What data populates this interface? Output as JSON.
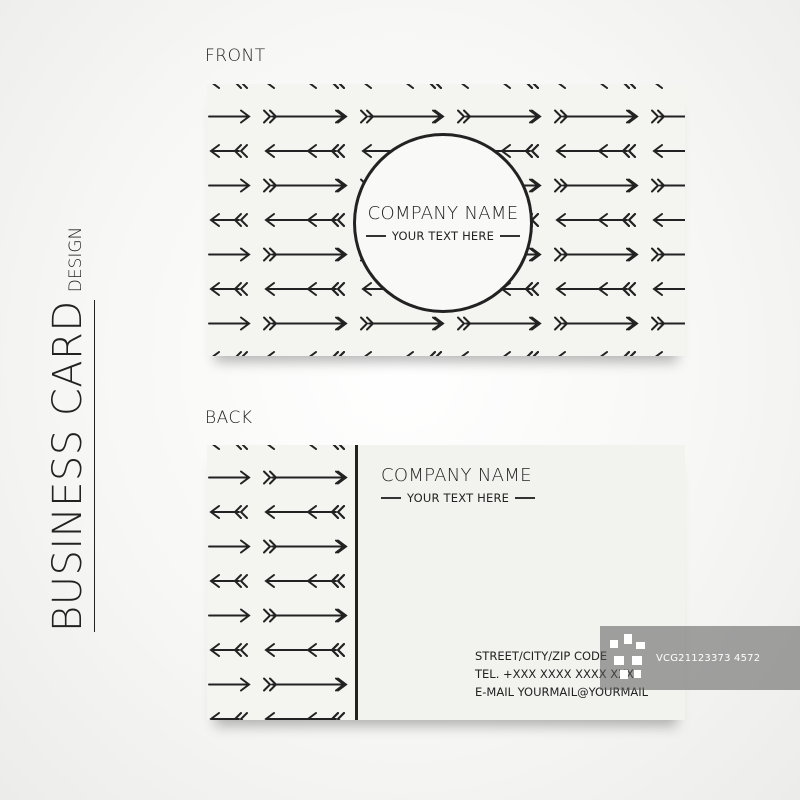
{
  "side_title": {
    "main": "BUSINESS CARD",
    "sub": "DESIGN"
  },
  "front": {
    "label": "FRONT",
    "company": "COMPANY NAME",
    "tagline": "YOUR TEXT HERE"
  },
  "back": {
    "label": "BACK",
    "company": "COMPANY NAME",
    "tagline": "YOUR TEXT HERE",
    "address": "STREET/CITY/ZIP CODE",
    "phone": "TEL. +XXX XXXX XXXX XXX",
    "email": "E-MAIL YOURMAIL@YOURMAIL"
  },
  "watermark": {
    "text": "VCG21123373 4572"
  },
  "colors": {
    "ink": "#222222",
    "card": "#f4f4f1",
    "background": "#f7f7f5"
  }
}
